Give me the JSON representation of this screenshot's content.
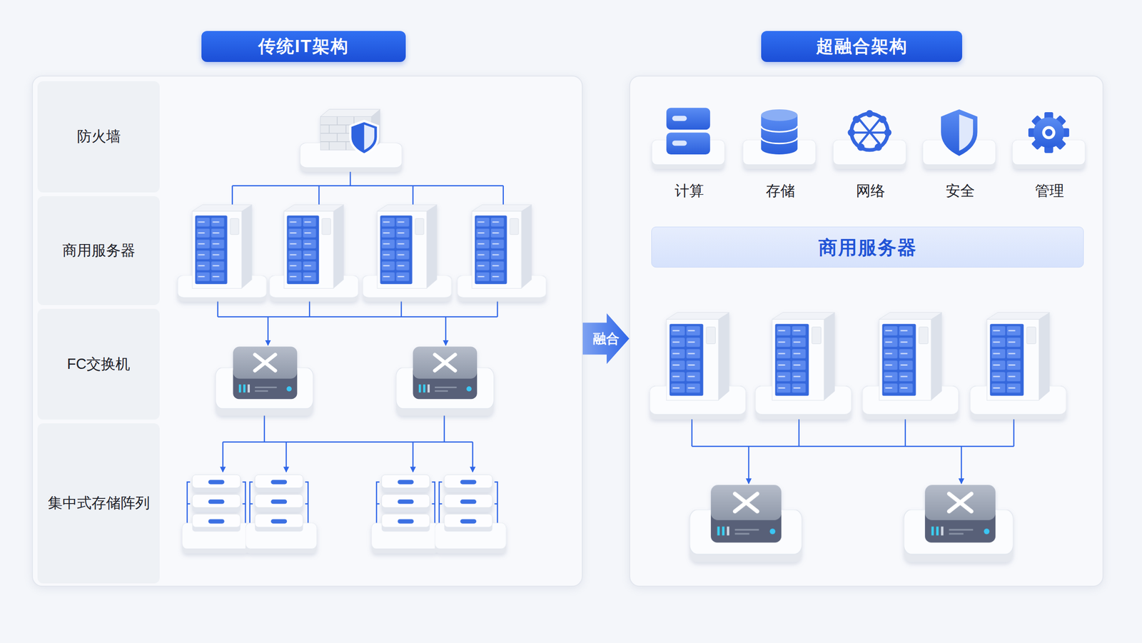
{
  "diagram": {
    "nodes": [
      {
        "text": [
          "传统IT架构"
        ]
      },
      {
        "text": [
          "防火墙"
        ],
        "in": 0
      },
      {
        "text": [
          "商用服务器"
        ],
        "in": 0
      },
      {
        "text": [
          "FC交换机"
        ],
        "in": 0
      },
      {
        "text": [
          "集中式存储阵列"
        ],
        "in": 0
      },
      {
        "text": [
          "超融合架构"
        ]
      },
      {
        "text": [
          "计算"
        ],
        "in": 5
      },
      {
        "text": [
          "存储"
        ],
        "in": 5
      },
      {
        "text": [
          "网络"
        ],
        "in": 5
      },
      {
        "text": [
          "安全"
        ],
        "in": 5
      },
      {
        "text": [
          "管理"
        ],
        "in": 5
      },
      {
        "text": [
          "商用服务器"
        ],
        "in": 5
      }
    ],
    "edges": [
      {
        "from": 0,
        "to": 5,
        "arrow": "to",
        "label": "融合"
      }
    ]
  }
}
